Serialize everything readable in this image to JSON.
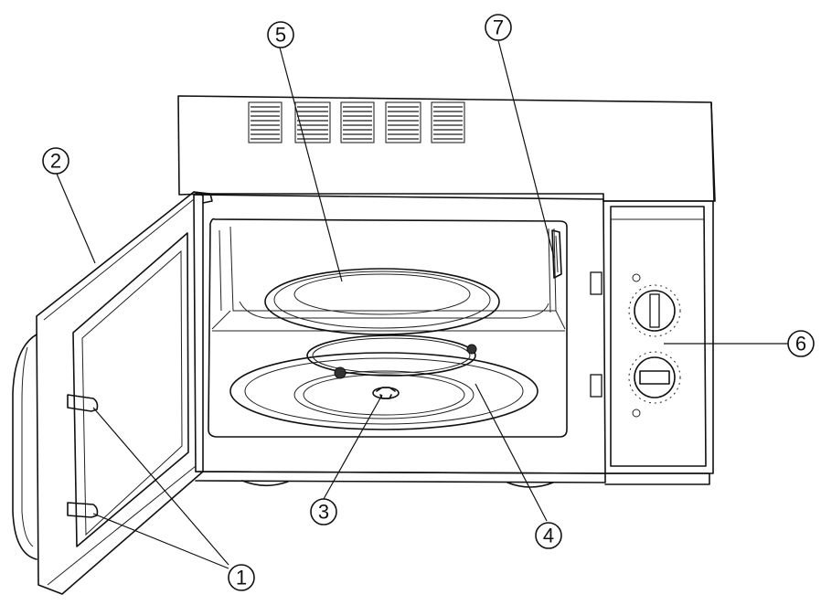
{
  "callouts": {
    "door_latches": "1",
    "door": "2",
    "coupler": "3",
    "roller_ring": "4",
    "glass_tray": "5",
    "control_panel": "6",
    "wave_guide": "7"
  }
}
